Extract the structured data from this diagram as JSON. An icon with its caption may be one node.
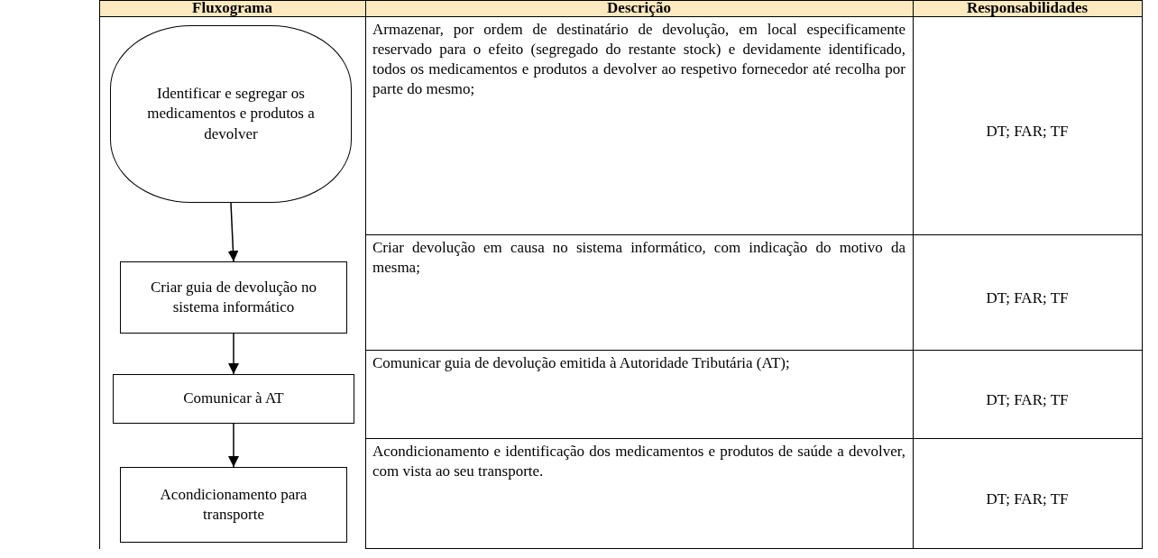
{
  "diagram": {
    "nodes": [
      {
        "text": [
          "Identificar e segregar os medicamentos e produtos a devolver"
        ]
      },
      {
        "text": [
          "Criar guia de devolução no sistema informático"
        ]
      },
      {
        "text": [
          "Comunicar à AT"
        ]
      },
      {
        "text": [
          "Acondicionamento para transporte"
        ]
      }
    ],
    "edges": [
      {
        "from": 0,
        "to": 1,
        "arrow": "to"
      },
      {
        "from": 1,
        "to": 2,
        "arrow": "to"
      },
      {
        "from": 2,
        "to": 3,
        "arrow": "to"
      }
    ],
    "labels": [
      "Fluxograma",
      "Descrição",
      "Responsabilidades",
      "Armazenar, por ordem de destinatário de devolução, em local especificamente reservado para o efeito (segregado do restante stock) e devidamente identificado, todos os medicamentos e produtos a devolver ao respetivo fornecedor até recolha por parte do mesmo;",
      "DT; FAR; TF",
      "Criar devolução em causa no sistema informático, com indicação do motivo da mesma;",
      "DT; FAR; TF",
      "Comunicar guia de devolução emitida à Autoridade Tributária (AT);",
      "DT; FAR; TF",
      "Acondicionamento e identificação dos medicamentos e produtos de saúde a devolver, com vista ao seu transporte.",
      "DT; FAR; TF"
    ]
  }
}
